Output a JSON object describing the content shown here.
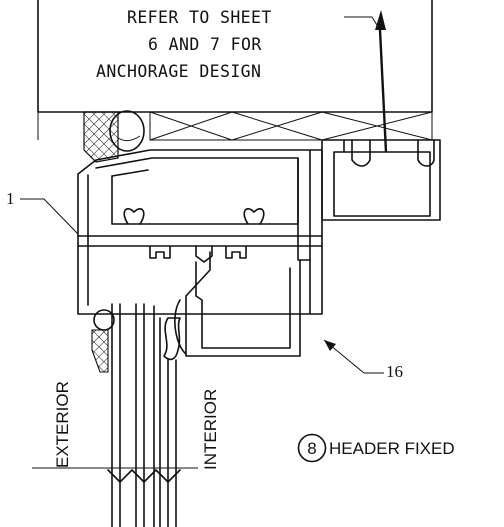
{
  "note": {
    "line1": "REFER TO SHEET",
    "line2": "6 AND 7 FOR",
    "line3": "ANCHORAGE DESIGN"
  },
  "labels": {
    "part_1": "1",
    "part_16": "16"
  },
  "sides": {
    "exterior": "EXTERIOR",
    "interior": "INTERIOR"
  },
  "detail": {
    "number": "8",
    "title": "HEADER FIXED"
  }
}
